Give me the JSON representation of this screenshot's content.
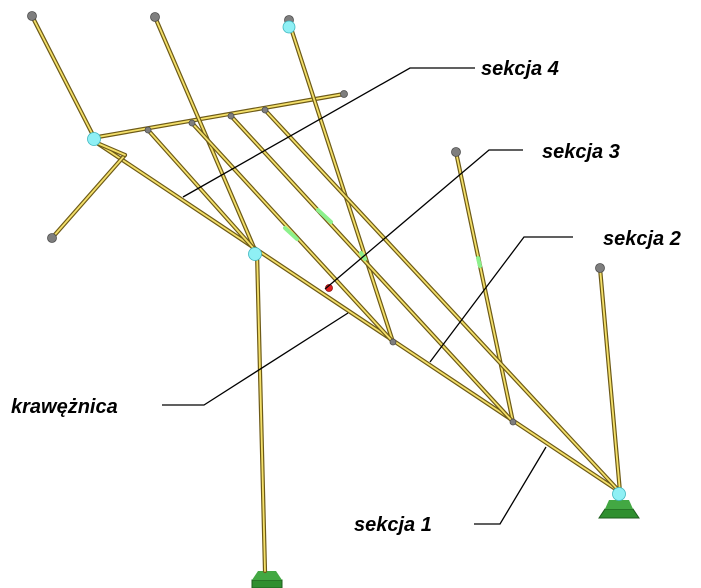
{
  "labels": {
    "section4": "sekcja 4",
    "section3": "sekcja 3",
    "section2": "sekcja 2",
    "section1": "sekcja 1",
    "stringer": "krawężnica"
  },
  "colors": {
    "member": "#d9c23a",
    "member_highlight": "#f4e06a",
    "joint": "#7e7e7e",
    "support_node": "#8ff0f5",
    "support": "#2f8f2f",
    "load_marker": "#e02020",
    "label_text": "#000000"
  }
}
